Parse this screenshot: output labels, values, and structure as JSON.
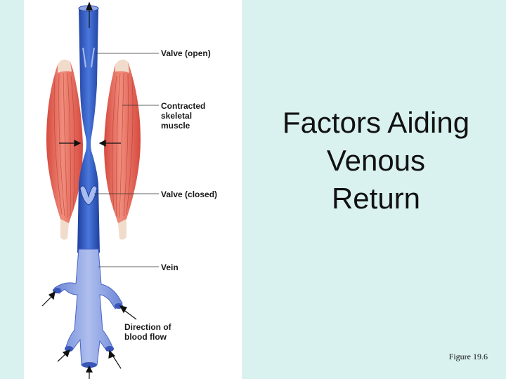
{
  "slide": {
    "title_lines": [
      "Factors Aiding",
      "Venous",
      "Return"
    ],
    "caption": "Figure 19.6",
    "background_color": "#d9f2f0"
  },
  "figure": {
    "labels": {
      "valve_open": "Valve (open)",
      "contracted_muscle": "Contracted\nskeletal\nmuscle",
      "valve_closed": "Valve (closed)",
      "vein": "Vein",
      "direction": "Direction of\nblood flow"
    },
    "colors": {
      "vein": "#3a63c8",
      "vein_dark": "#1f3f9e",
      "vein_light": "#8fa6e6",
      "muscle": "#e0584a",
      "muscle_light": "#f4a996",
      "tendon": "#f1dccb"
    }
  }
}
